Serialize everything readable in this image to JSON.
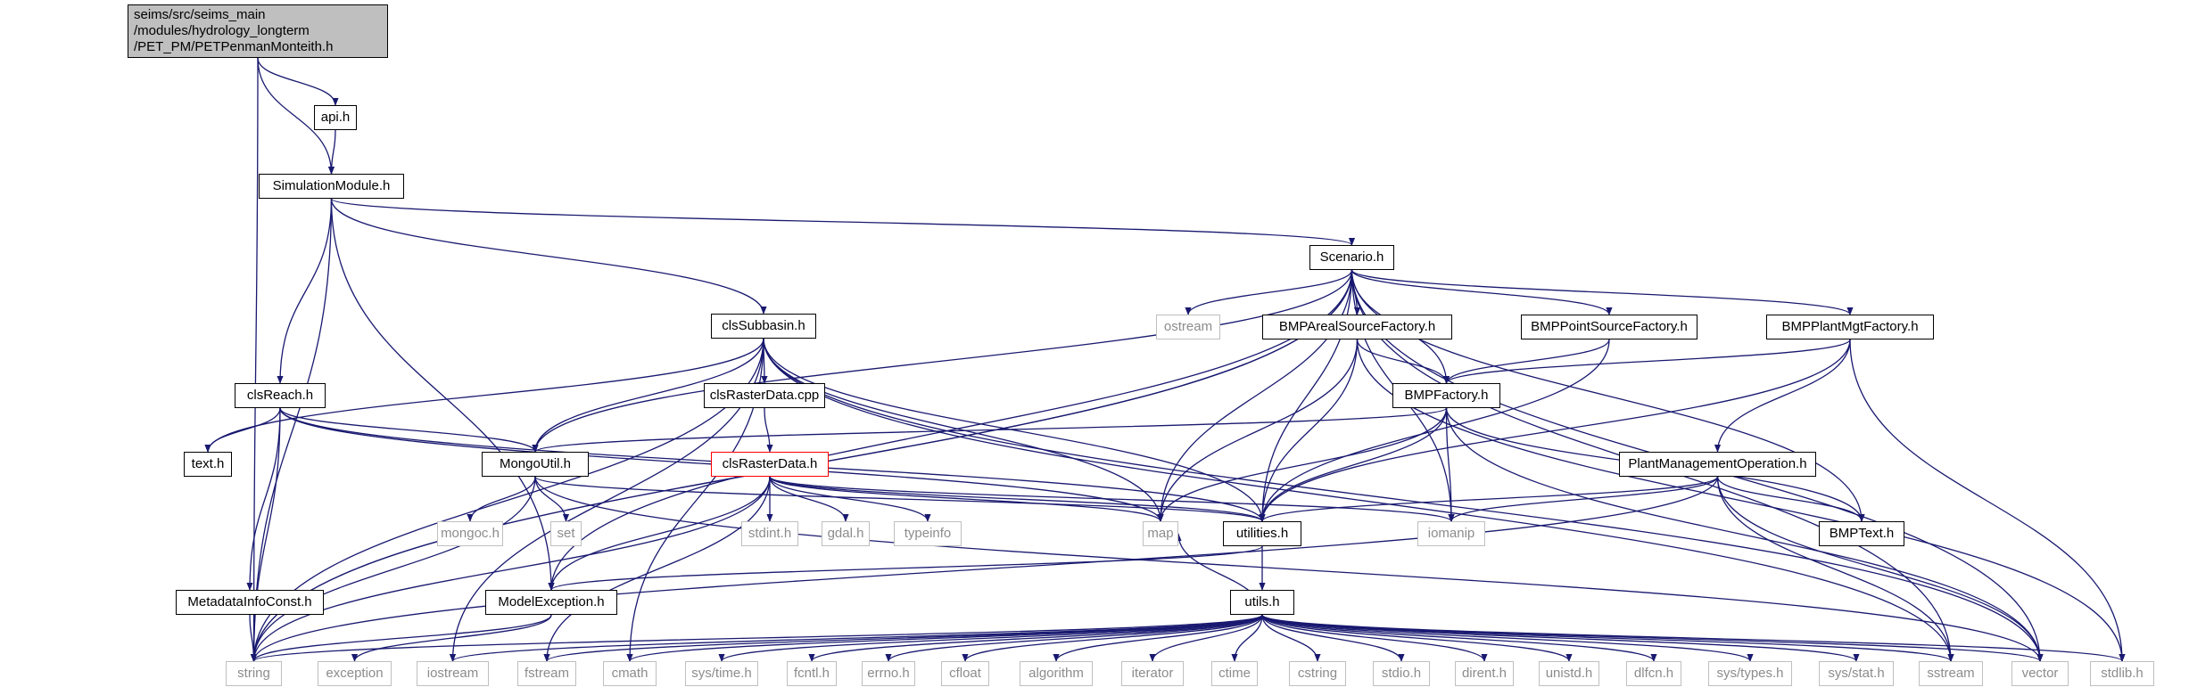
{
  "diagram": {
    "kind": "include dependency graph",
    "colors": {
      "edge": "#191970",
      "local_border": "#000000",
      "system_border": "#bfbfbf",
      "system_text": "#8c8c8c",
      "start_fill": "#bfbfbf",
      "highlight_border": "#ff0000"
    },
    "nodes": [
      {
        "id": "start",
        "label": "seims/src/seims_main\n/modules/hydrology_longterm\n/PET_PM/PETPenmanMonteith.h",
        "style": "start"
      },
      {
        "id": "api_h",
        "label": "api.h",
        "style": "local"
      },
      {
        "id": "simmod",
        "label": "SimulationModule.h",
        "style": "local"
      },
      {
        "id": "scenario",
        "label": "Scenario.h",
        "style": "local"
      },
      {
        "id": "clssub",
        "label": "clsSubbasin.h",
        "style": "local"
      },
      {
        "id": "clsreach",
        "label": "clsReach.h",
        "style": "local"
      },
      {
        "id": "text_h",
        "label": "text.h",
        "style": "local"
      },
      {
        "id": "mongoutil",
        "label": "MongoUtil.h",
        "style": "local"
      },
      {
        "id": "rastercpp",
        "label": "clsRasterData.cpp",
        "style": "local"
      },
      {
        "id": "rasterh",
        "label": "clsRasterData.h",
        "style": "red"
      },
      {
        "id": "ostream",
        "label": "ostream",
        "style": "system"
      },
      {
        "id": "bmparea",
        "label": "BMPArealSourceFactory.h",
        "style": "local"
      },
      {
        "id": "bmppoint",
        "label": "BMPPointSourceFactory.h",
        "style": "local"
      },
      {
        "id": "bmpplant",
        "label": "BMPPlantMgtFactory.h",
        "style": "local"
      },
      {
        "id": "bmpfactory",
        "label": "BMPFactory.h",
        "style": "local"
      },
      {
        "id": "plantop",
        "label": "PlantManagementOperation.h",
        "style": "local"
      },
      {
        "id": "bmptext",
        "label": "BMPText.h",
        "style": "local"
      },
      {
        "id": "utilities",
        "label": "utilities.h",
        "style": "local"
      },
      {
        "id": "mongoc",
        "label": "mongoc.h",
        "style": "system"
      },
      {
        "id": "set",
        "label": "set",
        "style": "system"
      },
      {
        "id": "stdint",
        "label": "stdint.h",
        "style": "system"
      },
      {
        "id": "gdal",
        "label": "gdal.h",
        "style": "system"
      },
      {
        "id": "typeinfo",
        "label": "typeinfo",
        "style": "system"
      },
      {
        "id": "map",
        "label": "map",
        "style": "system"
      },
      {
        "id": "iomanip",
        "label": "iomanip",
        "style": "system"
      },
      {
        "id": "metadata",
        "label": "MetadataInfoConst.h",
        "style": "local"
      },
      {
        "id": "modelexc",
        "label": "ModelException.h",
        "style": "local"
      },
      {
        "id": "utils",
        "label": "utils.h",
        "style": "local"
      },
      {
        "id": "string",
        "label": "string",
        "style": "system"
      },
      {
        "id": "exception",
        "label": "exception",
        "style": "system"
      },
      {
        "id": "iostream",
        "label": "iostream",
        "style": "system"
      },
      {
        "id": "fstream",
        "label": "fstream",
        "style": "system"
      },
      {
        "id": "cmath",
        "label": "cmath",
        "style": "system"
      },
      {
        "id": "systime",
        "label": "sys/time.h",
        "style": "system"
      },
      {
        "id": "fcntl",
        "label": "fcntl.h",
        "style": "system"
      },
      {
        "id": "errno",
        "label": "errno.h",
        "style": "system"
      },
      {
        "id": "cfloat",
        "label": "cfloat",
        "style": "system"
      },
      {
        "id": "algorithm",
        "label": "algorithm",
        "style": "system"
      },
      {
        "id": "iterator",
        "label": "iterator",
        "style": "system"
      },
      {
        "id": "ctime",
        "label": "ctime",
        "style": "system"
      },
      {
        "id": "cstring",
        "label": "cstring",
        "style": "system"
      },
      {
        "id": "stdio",
        "label": "stdio.h",
        "style": "system"
      },
      {
        "id": "dirent",
        "label": "dirent.h",
        "style": "system"
      },
      {
        "id": "unistd",
        "label": "unistd.h",
        "style": "system"
      },
      {
        "id": "dlfcn",
        "label": "dlfcn.h",
        "style": "system"
      },
      {
        "id": "systypes",
        "label": "sys/types.h",
        "style": "system"
      },
      {
        "id": "sysstat",
        "label": "sys/stat.h",
        "style": "system"
      },
      {
        "id": "sstream",
        "label": "sstream",
        "style": "system"
      },
      {
        "id": "vector",
        "label": "vector",
        "style": "system"
      },
      {
        "id": "stdlib",
        "label": "stdlib.h",
        "style": "system"
      }
    ],
    "edges": [
      [
        "start",
        "api_h"
      ],
      [
        "start",
        "simmod"
      ],
      [
        "start",
        "string"
      ],
      [
        "api_h",
        "simmod"
      ],
      [
        "simmod",
        "scenario"
      ],
      [
        "simmod",
        "clssub"
      ],
      [
        "simmod",
        "clsreach"
      ],
      [
        "simmod",
        "modelexc"
      ],
      [
        "simmod",
        "string"
      ],
      [
        "scenario",
        "string"
      ],
      [
        "scenario",
        "mongoutil"
      ],
      [
        "scenario",
        "modelexc"
      ],
      [
        "scenario",
        "map"
      ],
      [
        "scenario",
        "utilities"
      ],
      [
        "scenario",
        "ostream"
      ],
      [
        "scenario",
        "bmparea"
      ],
      [
        "scenario",
        "bmppoint"
      ],
      [
        "scenario",
        "bmpplant"
      ],
      [
        "scenario",
        "bmpfactory"
      ],
      [
        "scenario",
        "iomanip"
      ],
      [
        "scenario",
        "bmptext"
      ],
      [
        "scenario",
        "vector"
      ],
      [
        "scenario",
        "sstream"
      ],
      [
        "scenario",
        "string"
      ],
      [
        "clssub",
        "text_h"
      ],
      [
        "clssub",
        "string"
      ],
      [
        "clssub",
        "mongoutil"
      ],
      [
        "clssub",
        "rastercpp"
      ],
      [
        "clssub",
        "map"
      ],
      [
        "clssub",
        "utilities"
      ],
      [
        "clssub",
        "cmath"
      ],
      [
        "clssub",
        "iostream"
      ],
      [
        "clssub",
        "sstream"
      ],
      [
        "clssub",
        "vector"
      ],
      [
        "clsreach",
        "text_h"
      ],
      [
        "clsreach",
        "mongoutil"
      ],
      [
        "clsreach",
        "map"
      ],
      [
        "clsreach",
        "utilities"
      ],
      [
        "clsreach",
        "metadata"
      ],
      [
        "clsreach",
        "string"
      ],
      [
        "mongoutil",
        "mongoc"
      ],
      [
        "mongoutil",
        "set"
      ],
      [
        "mongoutil",
        "utilities"
      ],
      [
        "mongoutil",
        "string"
      ],
      [
        "mongoutil",
        "vector"
      ],
      [
        "rastercpp",
        "rasterh"
      ],
      [
        "rasterh",
        "stdint"
      ],
      [
        "rasterh",
        "gdal"
      ],
      [
        "rasterh",
        "typeinfo"
      ],
      [
        "rasterh",
        "map"
      ],
      [
        "rasterh",
        "utilities"
      ],
      [
        "rasterh",
        "modelexc"
      ],
      [
        "rasterh",
        "fstream"
      ],
      [
        "rasterh",
        "string"
      ],
      [
        "rasterh",
        "iomanip"
      ],
      [
        "bmparea",
        "bmpfactory"
      ],
      [
        "bmparea",
        "map"
      ],
      [
        "bmparea",
        "utilities"
      ],
      [
        "bmparea",
        "stdlib"
      ],
      [
        "bmppoint",
        "bmpfactory"
      ],
      [
        "bmppoint",
        "utilities"
      ],
      [
        "bmpplant",
        "bmpfactory"
      ],
      [
        "bmpplant",
        "plantop"
      ],
      [
        "bmpplant",
        "utilities"
      ],
      [
        "bmpplant",
        "stdlib"
      ],
      [
        "bmpfactory",
        "mongoutil"
      ],
      [
        "bmpfactory",
        "map"
      ],
      [
        "bmpfactory",
        "utilities"
      ],
      [
        "bmpfactory",
        "iomanip"
      ],
      [
        "bmpfactory",
        "bmptext"
      ],
      [
        "bmpfactory",
        "vector"
      ],
      [
        "plantop",
        "utilities"
      ],
      [
        "plantop",
        "bmptext"
      ],
      [
        "plantop",
        "iomanip"
      ],
      [
        "plantop",
        "sstream"
      ],
      [
        "plantop",
        "vector"
      ],
      [
        "plantop",
        "string"
      ],
      [
        "utilities",
        "modelexc"
      ],
      [
        "utilities",
        "utils"
      ],
      [
        "metadata",
        "string"
      ],
      [
        "modelexc",
        "string"
      ],
      [
        "modelexc",
        "exception"
      ],
      [
        "utils",
        "string"
      ],
      [
        "utils",
        "iostream"
      ],
      [
        "utils",
        "fstream"
      ],
      [
        "utils",
        "cmath"
      ],
      [
        "utils",
        "systime"
      ],
      [
        "utils",
        "fcntl"
      ],
      [
        "utils",
        "errno"
      ],
      [
        "utils",
        "cfloat"
      ],
      [
        "utils",
        "algorithm"
      ],
      [
        "utils",
        "iterator"
      ],
      [
        "utils",
        "ctime"
      ],
      [
        "utils",
        "cstring"
      ],
      [
        "utils",
        "stdio"
      ],
      [
        "utils",
        "dirent"
      ],
      [
        "utils",
        "unistd"
      ],
      [
        "utils",
        "dlfcn"
      ],
      [
        "utils",
        "systypes"
      ],
      [
        "utils",
        "sysstat"
      ],
      [
        "utils",
        "sstream"
      ],
      [
        "utils",
        "vector"
      ],
      [
        "utils",
        "stdlib"
      ],
      [
        "utils",
        "map"
      ]
    ]
  }
}
